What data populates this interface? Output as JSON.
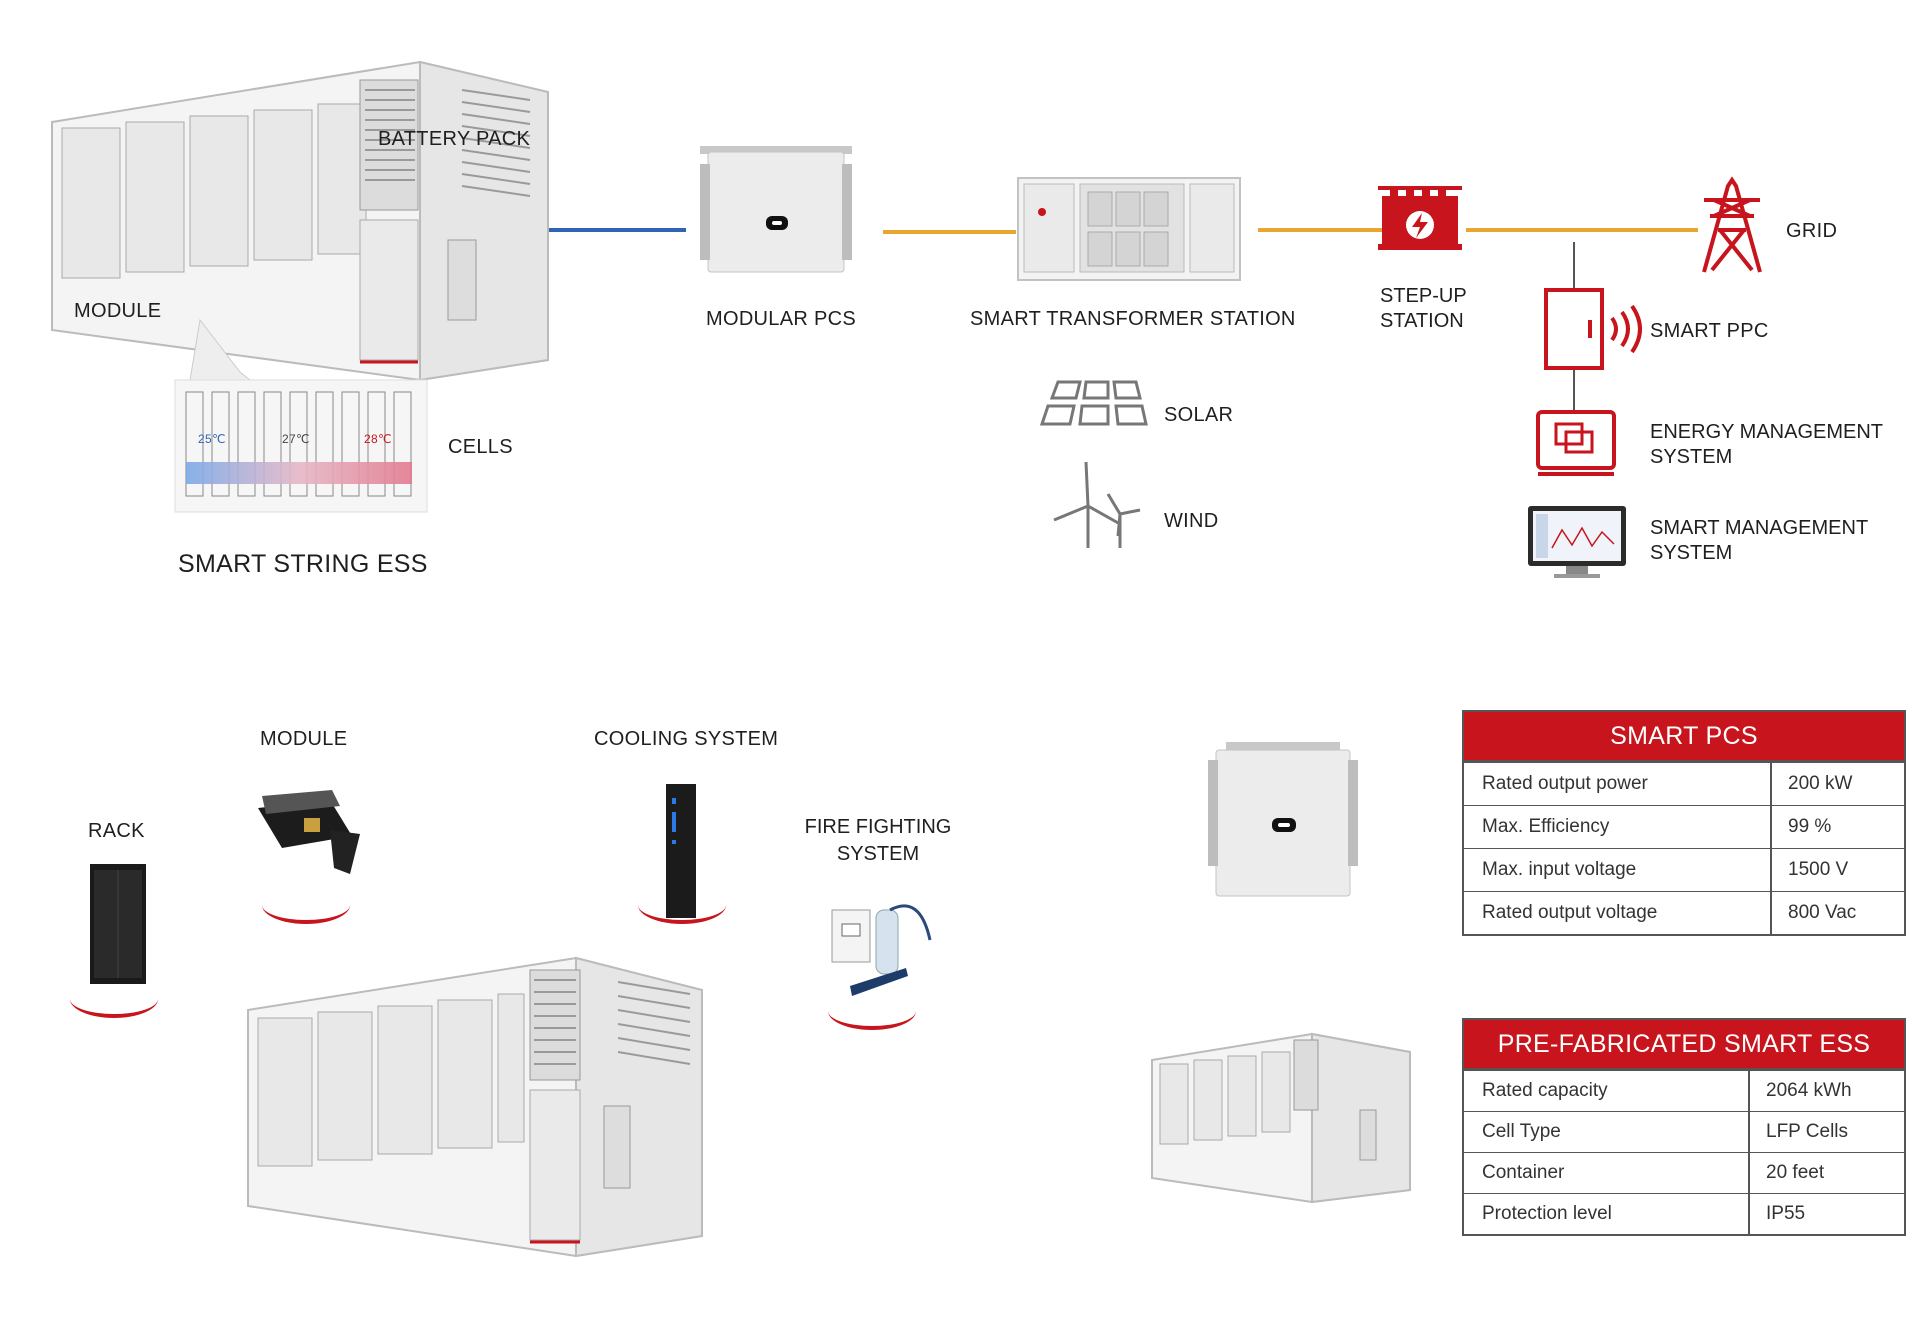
{
  "top_diagram": {
    "ess_labels": {
      "battery_pack": "BATTERY PACK",
      "module": "MODULE",
      "cells": "CELLS",
      "title": "SMART STRING ESS",
      "cell_temps": [
        "25℃",
        "27℃",
        "28℃"
      ]
    },
    "modular_pcs": "MODULAR PCS",
    "smart_transformer_station": "SMART TRANSFORMER STATION",
    "step_up_station": "STEP-UP STATION",
    "grid": "GRID",
    "smart_ppc": "SMART PPC",
    "solar": "SOLAR",
    "wind": "WIND",
    "energy_management_system": "ENERGY MANAGEMENT SYSTEM",
    "smart_management_system": "SMART MANAGEMENT SYSTEM"
  },
  "components": {
    "rack": "RACK",
    "module": "MODULE",
    "cooling_system": "COOLING SYSTEM",
    "fire_fighting_system": "FIRE FIGHTING SYSTEM"
  },
  "smart_pcs_table": {
    "title": "SMART PCS",
    "rows": [
      {
        "key": "Rated output power",
        "value": "200 kW"
      },
      {
        "key": "Max. Efficiency",
        "value": "99 %"
      },
      {
        "key": "Max. input voltage",
        "value": "1500 V"
      },
      {
        "key": "Rated output voltage",
        "value": "800 Vac"
      }
    ]
  },
  "ess_table": {
    "title": "PRE-FABRICATED SMART ESS",
    "rows": [
      {
        "key": "Rated capacity",
        "value": "2064 kWh"
      },
      {
        "key": "Cell Type",
        "value": "LFP Cells"
      },
      {
        "key": "Container",
        "value": "20 feet"
      },
      {
        "key": "Protection level",
        "value": "IP55"
      }
    ]
  },
  "colors": {
    "accent_red": "#c8141c",
    "dc_line_blue": "#2f64b4",
    "ac_line_orange": "#e8a630"
  }
}
